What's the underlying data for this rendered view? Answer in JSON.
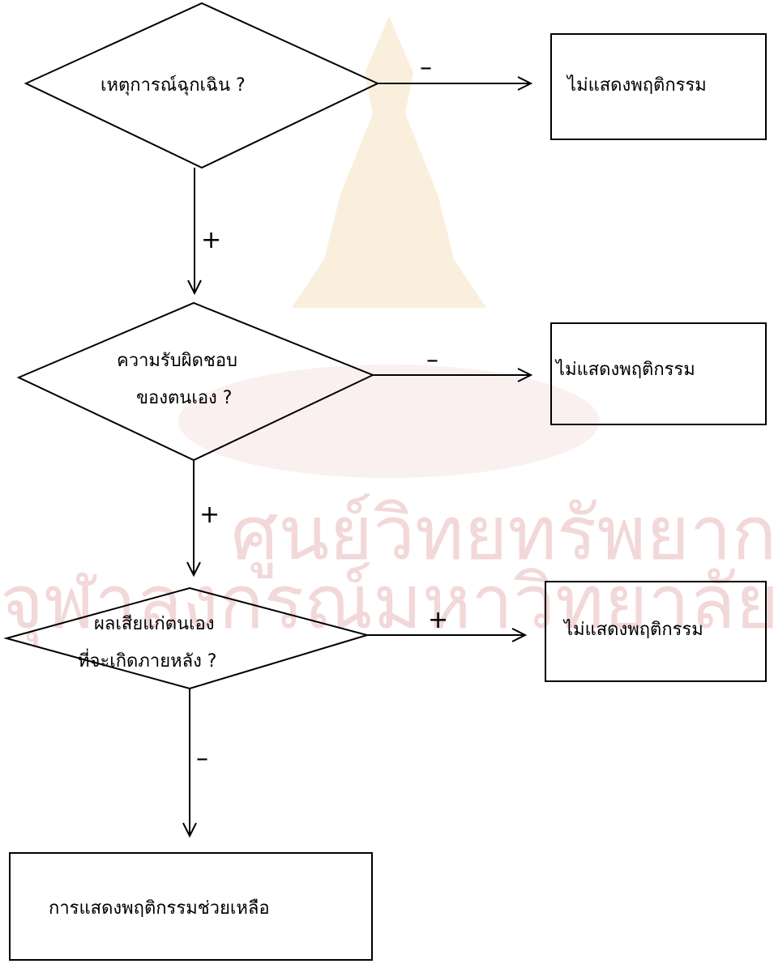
{
  "watermark": {
    "line1": "ศูนย์วิทยทรัพยากร",
    "line2": "จุฬาลงกรณ์มหาวิทยาลัย",
    "color": "#f2d8d8",
    "emblem_color": "#f4e2c0"
  },
  "nodes": {
    "d1": {
      "label": "เหตุการณ์ฉุกเฉิน ?"
    },
    "d2": {
      "line1": "ความรับผิดชอบ",
      "line2": "ของตนเอง ?"
    },
    "d3": {
      "line1": "ผลเสียแก่ตนเอง",
      "line2": "ที่จะเกิดภายหลัง ?"
    },
    "r1": {
      "label": "ไม่แสดงพฤติกรรม"
    },
    "r2": {
      "label": "ไม่แสดงพฤติกรรม"
    },
    "r3": {
      "label": "ไม่แสดงพฤติกรรม"
    },
    "final": {
      "label": "การแสดงพฤติกรรมช่วยเหลือ"
    }
  },
  "edges": {
    "d1_r1": "–",
    "d1_d2": "+",
    "d2_r2": "–",
    "d2_d3": "+",
    "d3_r3": "+",
    "d3_final": "–"
  }
}
